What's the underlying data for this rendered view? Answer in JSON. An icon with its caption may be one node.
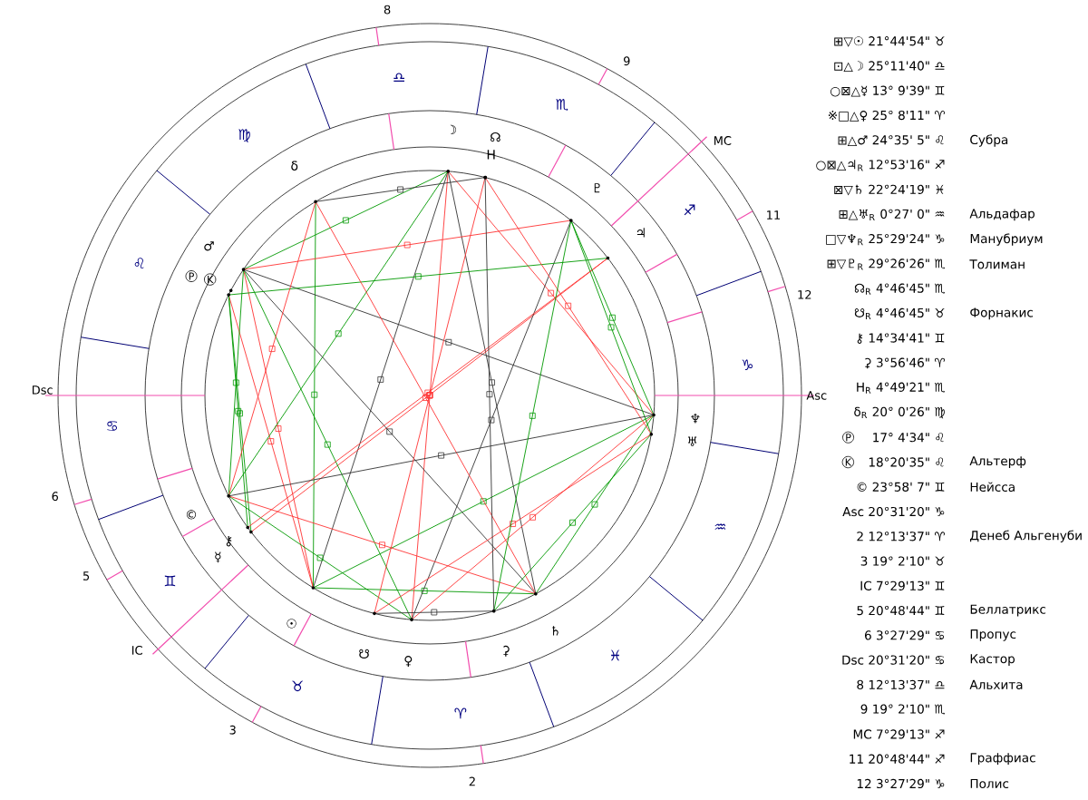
{
  "diagram": {
    "labels": [
      "8",
      "9",
      "MC",
      "11",
      "12",
      "Asc",
      "2",
      "3",
      "IC",
      "5",
      "6",
      "Dsc",
      "♈",
      "♉",
      "♊",
      "♋",
      "♌",
      "♍",
      "♎",
      "♏",
      "♐",
      "♑",
      "♒",
      "♓",
      "☉",
      "☽",
      "☿",
      "♀",
      "♂",
      "♃",
      "♄",
      "♅",
      "♆",
      "♇",
      "☊",
      "☋",
      "⚷",
      "⚳",
      "H",
      "δ",
      "P",
      "K",
      "©",
      "⊞▽☉ 21°44'54\" ♉",
      "⊡△☽ 25°11'40\" ♎",
      "○⊠△☿ 13° 9'39\" ♊",
      "※□△♀ 25° 8'11\" ♈",
      "⊞△♂ 24°35' 5\" ♌",
      "Субра",
      "○⊠△♃$_{R}$ 12°53'16\" ♐",
      "⊠▽♄ 22°24'19\" ♓",
      "⊞△♅$_{R}$ 0°27' 0\" ♒",
      "Альдафар",
      "□▽♆$_{R}$ 25°29'24\" ♑",
      "Манубриум",
      "⊞▽♇$_{R}$ 29°26'26\" ♏",
      "Толиман",
      "☊$_{R}$ 4°46'45\" ♏",
      "☋$_{R}$ 4°46'45\" ♉",
      "Форнакис",
      "⚷ 14°34'41\" ♊",
      "⚳ 3°56'46\" ♈",
      "H$_{R}$ 4°49'21\" ♏",
      "δ$_{R}$ 20° 0'26\" ♍",
      "P",
      "17° 4'34\" ♌",
      "K",
      "18°20'35\" ♌",
      "Альтерф",
      "© 23°58' 7\" ♊",
      "Нейсса",
      "Asc 20°31'20\" ♑",
      "2 12°13'37\" ♈",
      "Денеб Альгенуби",
      "3 19° 2'10\" ♉",
      "IC 7°29'13\" ♊",
      "5 20°48'44\" ♊",
      "Беллатрикс",
      "6 3°27'29\" ♋",
      "Пропус",
      "Dsc 20°31'20\" ♋",
      "Кастор",
      "8 12°13'37\" ♎",
      "Альхита",
      "9 19° 2'10\" ♏",
      "MC 7°29'13\" ♐",
      "11 20°48'44\" ♐",
      "Граффиас",
      "12 3°27'29\" ♑",
      "Полис"
    ]
  }
}
